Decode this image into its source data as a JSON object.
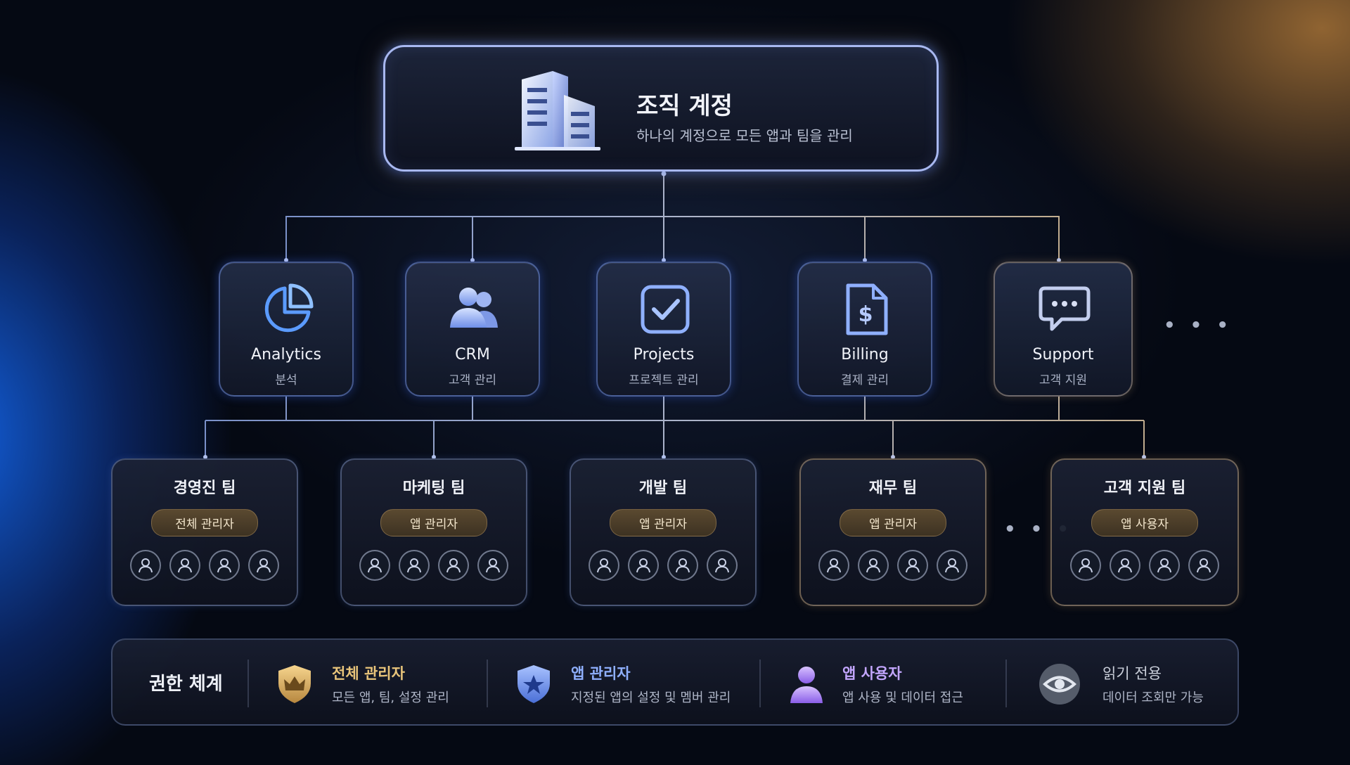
{
  "organization": {
    "title": "조직 계정",
    "subtitle": "하나의 계정으로 모든 앱과 팀을 관리",
    "icon": "building-icon"
  },
  "apps": [
    {
      "name": "Analytics",
      "subtitle": "분석",
      "icon": "pie-chart-icon"
    },
    {
      "name": "CRM",
      "subtitle": "고객 관리",
      "icon": "users-icon"
    },
    {
      "name": "Projects",
      "subtitle": "프로젝트 관리",
      "icon": "checkbox-icon"
    },
    {
      "name": "Billing",
      "subtitle": "결제 관리",
      "icon": "invoice-dollar-icon"
    },
    {
      "name": "Support",
      "subtitle": "고객 지원",
      "icon": "chat-bubble-icon"
    }
  ],
  "more_apps": "• • •",
  "teams": [
    {
      "name": "경영진 팀",
      "role": "전체 관리자",
      "members": 4
    },
    {
      "name": "마케팅 팀",
      "role": "앱 관리자",
      "members": 4
    },
    {
      "name": "개발 팀",
      "role": "앱 관리자",
      "members": 4
    },
    {
      "name": "재무 팀",
      "role": "앱 관리자",
      "members": 4
    },
    {
      "name": "고객 지원 팀",
      "role": "앱 사용자",
      "members": 4
    }
  ],
  "more_teams": "• • •",
  "legend": {
    "title": "권한 체계",
    "items": [
      {
        "name": "전체 관리자",
        "description": "모든 앱, 팀, 설정 관리",
        "icon": "crown-shield-icon",
        "color": "#e8c47a"
      },
      {
        "name": "앱 관리자",
        "description": "지정된 앱의 설정 및 멤버 관리",
        "icon": "star-shield-icon",
        "color": "#8fb0ff"
      },
      {
        "name": "앱 사용자",
        "description": "앱 사용 및 데이터 접근",
        "icon": "person-icon",
        "color": "#c3a6ff"
      },
      {
        "name": "읽기 전용",
        "description": "데이터 조회만 가능",
        "icon": "eye-icon",
        "color": "#c9ced9"
      }
    ]
  },
  "colors": {
    "accent_blue": "#5b8cff",
    "accent_gold": "#d9a866",
    "background": "#050913"
  }
}
